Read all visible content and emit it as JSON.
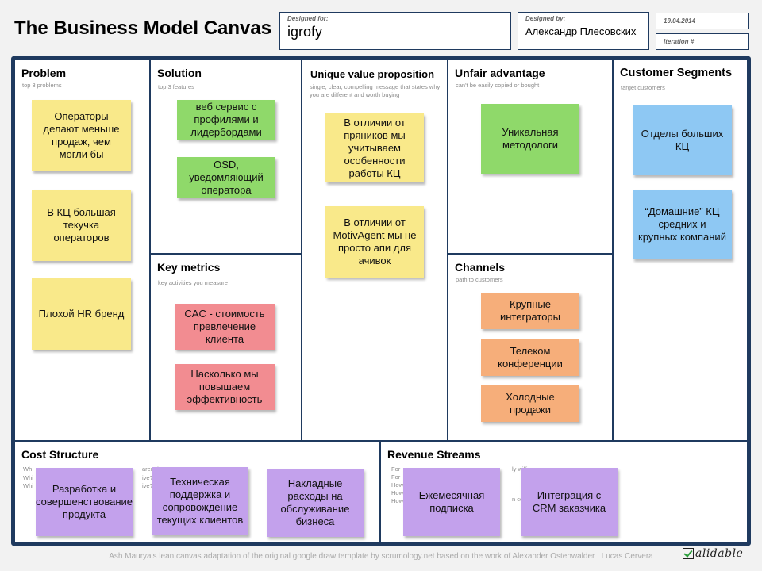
{
  "header": {
    "title": "The Business Model Canvas",
    "designed_for_label": "Designed for:",
    "designed_for_value": "igrofy",
    "designed_by_label": "Designed by:",
    "designed_by_value": "Александр Плесовских",
    "date": "19.04.2014",
    "iteration_label": "Iteration #"
  },
  "sections": {
    "problem": {
      "title": "Problem",
      "subtitle": "top 3 problems",
      "notes": [
        "Операторы делают меньше продаж, чем могли бы",
        "В КЦ большая текучка операторов",
        "Плохой HR бренд"
      ]
    },
    "solution": {
      "title": "Solution",
      "subtitle": "top 3 features",
      "notes": [
        "веб сервис с профилями и лидербордами",
        "OSD, уведомляющий оператора"
      ]
    },
    "key_metrics": {
      "title": "Key metrics",
      "subtitle": "key activities you measure",
      "notes": [
        "CAC - стоимость превлечение клиента",
        "Насколько мы повышаем эффективность"
      ]
    },
    "uvp": {
      "title": "Unique value proposition",
      "subtitle": "single, clear, compelling message that states why you are different and worth buying",
      "notes": [
        "В отличии от пряников мы учитываем особенности работы КЦ",
        "В отличии от MotivAgent мы не просто апи для ачивок"
      ]
    },
    "unfair_advantage": {
      "title": "Unfair advantage",
      "subtitle": "can't be easily copied or bought",
      "notes": [
        "Уникальная методологи"
      ]
    },
    "channels": {
      "title": "Channels",
      "subtitle": "path to customers",
      "notes": [
        "Крупные интеграторы",
        "Телеком конференции",
        "Холодные продажи"
      ]
    },
    "customer_segments": {
      "title": "Customer Segments",
      "subtitle": "target customers",
      "notes": [
        "Отделы больших КЦ",
        "“Домашние” КЦ средних и крупных компаний"
      ]
    },
    "cost_structure": {
      "title": "Cost Structure",
      "ghost_lines": [
        "Wh",
        "Whi",
        "Whi",
        "arent in",
        "ive?",
        "ive?"
      ],
      "notes": [
        "Разработка и совершенствование продукта",
        "Техническая поддержка и сопровождение текущих клиентов",
        "Накладные расходы на обслуживание бизнеса"
      ]
    },
    "revenue_streams": {
      "title": "Revenue Streams",
      "ghost_lines": [
        "For",
        "For",
        "How",
        "How",
        "How",
        "ly willing",
        "n contri"
      ],
      "notes": [
        "Ежемесячная подписка",
        "Интеграция с CRM заказчика"
      ]
    }
  },
  "footer": {
    "credit": "Ash Maurya's lean canvas adaptation of the original google draw template by scrumology.net based on the work of Alexander Ostenwalder . Lucas Cervera",
    "logo_text": "alidable"
  },
  "colors": {
    "frame": "#1f3a5f",
    "yellow": "#f9e98a",
    "green": "#8fd96a",
    "pink": "#f28c91",
    "blue": "#8ec8f3",
    "orange": "#f6ae7a",
    "purple": "#c3a1ec"
  }
}
